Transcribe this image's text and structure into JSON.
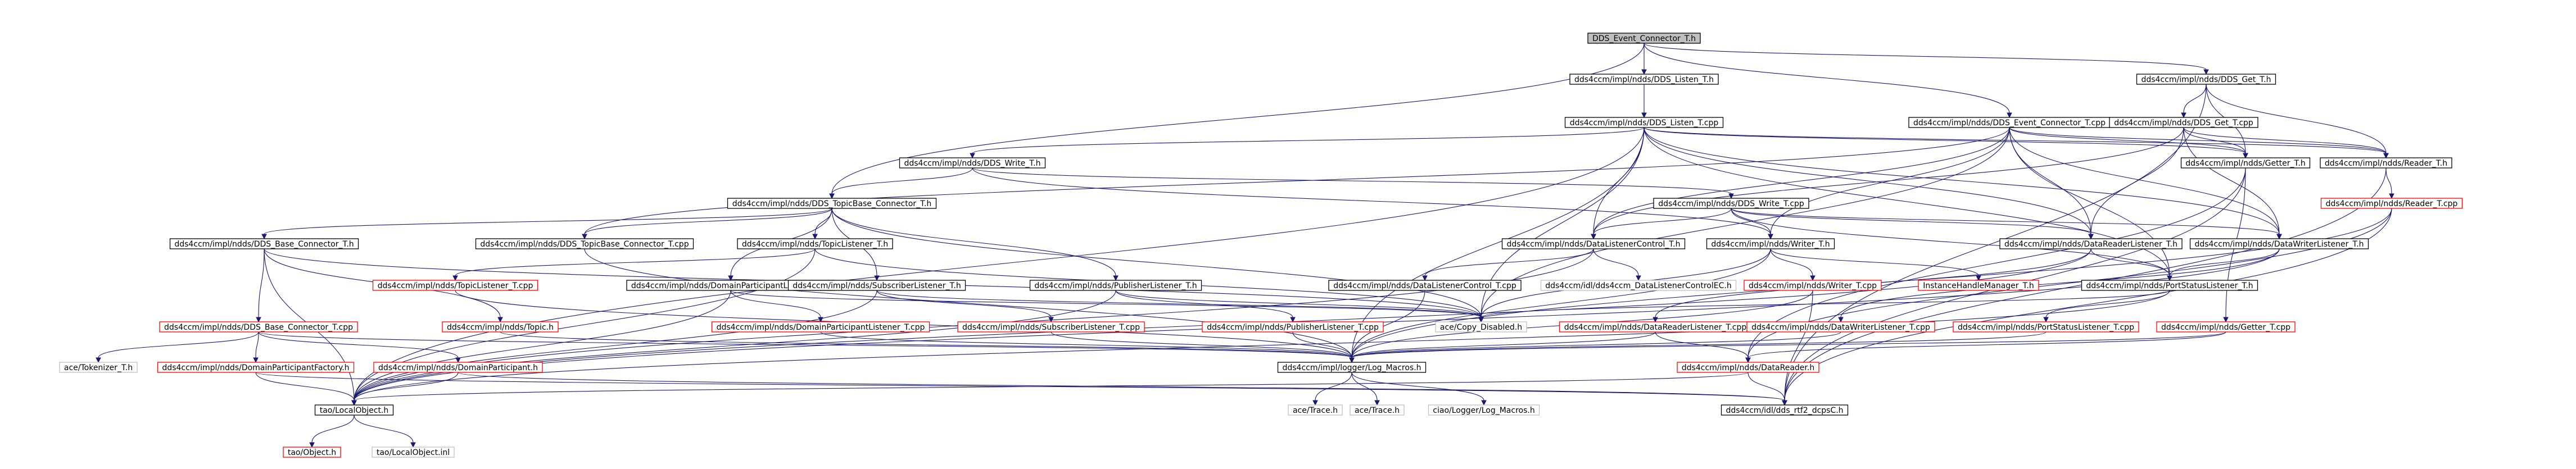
{
  "nodes": [
    {
      "id": "n0",
      "label": "DDS_Event_Connector_T.h",
      "style": "root"
    },
    {
      "id": "n1",
      "label": "dds4ccm/impl/ndds/DDS_Listen_T.h",
      "style": "black"
    },
    {
      "id": "n2",
      "label": "dds4ccm/impl/ndds/DDS_Get_T.h",
      "style": "black"
    },
    {
      "id": "n3",
      "label": "dds4ccm/impl/ndds/DDS_Listen_T.cpp",
      "style": "black"
    },
    {
      "id": "n4",
      "label": "dds4ccm/impl/ndds/DDS_Event_Connector_T.cpp",
      "style": "black"
    },
    {
      "id": "n5",
      "label": "dds4ccm/impl/ndds/DDS_Get_T.cpp",
      "style": "black"
    },
    {
      "id": "n6",
      "label": "dds4ccm/impl/ndds/Getter_T.h",
      "style": "black"
    },
    {
      "id": "n7",
      "label": "dds4ccm/impl/ndds/Reader_T.h",
      "style": "black"
    },
    {
      "id": "n8",
      "label": "dds4ccm/impl/ndds/DDS_Write_T.h",
      "style": "black"
    },
    {
      "id": "n9",
      "label": "dds4ccm/impl/ndds/DDS_TopicBase_Connector_T.h",
      "style": "black"
    },
    {
      "id": "n10",
      "label": "dds4ccm/impl/ndds/DDS_Write_T.cpp",
      "style": "black"
    },
    {
      "id": "n11",
      "label": "dds4ccm/impl/ndds/Reader_T.cpp",
      "style": "red"
    },
    {
      "id": "n12",
      "label": "dds4ccm/impl/ndds/DDS_Base_Connector_T.h",
      "style": "black"
    },
    {
      "id": "n13",
      "label": "dds4ccm/impl/ndds/DDS_TopicBase_Connector_T.cpp",
      "style": "black"
    },
    {
      "id": "n14",
      "label": "dds4ccm/impl/ndds/TopicListener_T.h",
      "style": "black"
    },
    {
      "id": "n15",
      "label": "dds4ccm/impl/ndds/DataListenerControl_T.h",
      "style": "black"
    },
    {
      "id": "n16",
      "label": "dds4ccm/impl/ndds/Writer_T.h",
      "style": "black"
    },
    {
      "id": "n17",
      "label": "dds4ccm/impl/ndds/DataReaderListener_T.h",
      "style": "black"
    },
    {
      "id": "n18",
      "label": "dds4ccm/impl/ndds/DataWriterListener_T.h",
      "style": "black"
    },
    {
      "id": "n19",
      "label": "dds4ccm/impl/ndds/TopicListener_T.cpp",
      "style": "red"
    },
    {
      "id": "n20",
      "label": "dds4ccm/impl/ndds/DomainParticipantListener_T.h",
      "style": "black"
    },
    {
      "id": "n21",
      "label": "dds4ccm/impl/ndds/SubscriberListener_T.h",
      "style": "black"
    },
    {
      "id": "n22",
      "label": "dds4ccm/impl/ndds/PublisherListener_T.h",
      "style": "black"
    },
    {
      "id": "n23",
      "label": "dds4ccm/impl/ndds/DataListenerControl_T.cpp",
      "style": "black"
    },
    {
      "id": "n24",
      "label": "dds4ccm/idl/dds4ccm_DataListenerControlEC.h",
      "style": "gray"
    },
    {
      "id": "n25",
      "label": "dds4ccm/impl/ndds/Writer_T.cpp",
      "style": "red"
    },
    {
      "id": "n26",
      "label": "InstanceHandleManager_T.h",
      "style": "red"
    },
    {
      "id": "n27",
      "label": "dds4ccm/impl/ndds/PortStatusListener_T.h",
      "style": "black"
    },
    {
      "id": "n28",
      "label": "dds4ccm/impl/ndds/DDS_Base_Connector_T.cpp",
      "style": "red"
    },
    {
      "id": "n29",
      "label": "dds4ccm/impl/ndds/Topic.h",
      "style": "red"
    },
    {
      "id": "n30",
      "label": "dds4ccm/impl/ndds/DomainParticipantListener_T.cpp",
      "style": "red"
    },
    {
      "id": "n31",
      "label": "dds4ccm/impl/ndds/SubscriberListener_T.cpp",
      "style": "red"
    },
    {
      "id": "n32",
      "label": "dds4ccm/impl/ndds/PublisherListener_T.cpp",
      "style": "red"
    },
    {
      "id": "n33",
      "label": "ace/Copy_Disabled.h",
      "style": "gray"
    },
    {
      "id": "n34",
      "label": "dds4ccm/impl/ndds/DataReaderListener_T.cpp",
      "style": "red"
    },
    {
      "id": "n35",
      "label": "dds4ccm/impl/ndds/DataWriterListener_T.cpp",
      "style": "red"
    },
    {
      "id": "n36",
      "label": "dds4ccm/impl/ndds/PortStatusListener_T.cpp",
      "style": "red"
    },
    {
      "id": "n37",
      "label": "dds4ccm/impl/ndds/Getter_T.cpp",
      "style": "red"
    },
    {
      "id": "n38",
      "label": "ace/Tokenizer_T.h",
      "style": "gray"
    },
    {
      "id": "n39",
      "label": "dds4ccm/impl/ndds/DomainParticipantFactory.h",
      "style": "red"
    },
    {
      "id": "n40",
      "label": "dds4ccm/impl/ndds/DomainParticipant.h",
      "style": "red"
    },
    {
      "id": "n41",
      "label": "dds4ccm/impl/logger/Log_Macros.h",
      "style": "black"
    },
    {
      "id": "n42",
      "label": "dds4ccm/impl/ndds/DataReader.h",
      "style": "red"
    },
    {
      "id": "n43",
      "label": "tao/LocalObject.h",
      "style": "black"
    },
    {
      "id": "n44",
      "label": "ace/Trace.h",
      "style": "gray"
    },
    {
      "id": "n45",
      "label": "ace/Trace.h",
      "style": "gray"
    },
    {
      "id": "n46",
      "label": "ciao/Logger/Log_Macros.h",
      "style": "gray"
    },
    {
      "id": "n47",
      "label": "dds4ccm/idl/dds_rtf2_dcpsC.h",
      "style": "black"
    },
    {
      "id": "n48",
      "label": "tao/Object.h",
      "style": "red"
    },
    {
      "id": "n49",
      "label": "tao/LocalObject.inl",
      "style": "gray"
    }
  ],
  "edges": [
    [
      "n0",
      "n1"
    ],
    [
      "n0",
      "n2"
    ],
    [
      "n0",
      "n4"
    ],
    [
      "n0",
      "n9"
    ],
    [
      "n1",
      "n3"
    ],
    [
      "n2",
      "n5"
    ],
    [
      "n2",
      "n7"
    ],
    [
      "n2",
      "n6"
    ],
    [
      "n2",
      "n47"
    ],
    [
      "n3",
      "n8"
    ],
    [
      "n3",
      "n6"
    ],
    [
      "n3",
      "n7"
    ],
    [
      "n3",
      "n17"
    ],
    [
      "n3",
      "n18"
    ],
    [
      "n3",
      "n27"
    ],
    [
      "n3",
      "n15"
    ],
    [
      "n3",
      "n41"
    ],
    [
      "n3",
      "n33"
    ],
    [
      "n3",
      "n43"
    ],
    [
      "n4",
      "n6"
    ],
    [
      "n4",
      "n7"
    ],
    [
      "n4",
      "n15"
    ],
    [
      "n4",
      "n16"
    ],
    [
      "n4",
      "n17"
    ],
    [
      "n4",
      "n18"
    ],
    [
      "n4",
      "n27"
    ],
    [
      "n4",
      "n33"
    ],
    [
      "n4",
      "n13"
    ],
    [
      "n5",
      "n6"
    ],
    [
      "n5",
      "n7"
    ],
    [
      "n5",
      "n15"
    ],
    [
      "n5",
      "n17"
    ],
    [
      "n5",
      "n18"
    ],
    [
      "n6",
      "n37"
    ],
    [
      "n6",
      "n42"
    ],
    [
      "n6",
      "n47"
    ],
    [
      "n7",
      "n11"
    ],
    [
      "n7",
      "n47"
    ],
    [
      "n8",
      "n9"
    ],
    [
      "n8",
      "n10"
    ],
    [
      "n8",
      "n16"
    ],
    [
      "n9",
      "n12"
    ],
    [
      "n9",
      "n13"
    ],
    [
      "n9",
      "n14"
    ],
    [
      "n9",
      "n20"
    ],
    [
      "n9",
      "n21"
    ],
    [
      "n9",
      "n22"
    ],
    [
      "n9",
      "n33"
    ],
    [
      "n10",
      "n15"
    ],
    [
      "n10",
      "n16"
    ],
    [
      "n10",
      "n17"
    ],
    [
      "n10",
      "n18"
    ],
    [
      "n10",
      "n27"
    ],
    [
      "n11",
      "n42"
    ],
    [
      "n11",
      "n41"
    ],
    [
      "n11",
      "n47"
    ],
    [
      "n12",
      "n28"
    ],
    [
      "n12",
      "n29"
    ],
    [
      "n12",
      "n43"
    ],
    [
      "n12",
      "n33"
    ],
    [
      "n13",
      "n41"
    ],
    [
      "n14",
      "n19"
    ],
    [
      "n14",
      "n43"
    ],
    [
      "n14",
      "n33"
    ],
    [
      "n15",
      "n23"
    ],
    [
      "n15",
      "n24"
    ],
    [
      "n15",
      "n43"
    ],
    [
      "n16",
      "n25"
    ],
    [
      "n16",
      "n26"
    ],
    [
      "n16",
      "n41"
    ],
    [
      "n16",
      "n33"
    ],
    [
      "n17",
      "n34"
    ],
    [
      "n17",
      "n27"
    ],
    [
      "n17",
      "n43"
    ],
    [
      "n18",
      "n35"
    ],
    [
      "n18",
      "n27"
    ],
    [
      "n18",
      "n43"
    ],
    [
      "n19",
      "n41"
    ],
    [
      "n20",
      "n30"
    ],
    [
      "n20",
      "n43"
    ],
    [
      "n20",
      "n33"
    ],
    [
      "n21",
      "n31"
    ],
    [
      "n21",
      "n43"
    ],
    [
      "n21",
      "n33"
    ],
    [
      "n22",
      "n32"
    ],
    [
      "n22",
      "n43"
    ],
    [
      "n22",
      "n33"
    ],
    [
      "n23",
      "n41"
    ],
    [
      "n25",
      "n41"
    ],
    [
      "n25",
      "n47"
    ],
    [
      "n27",
      "n36"
    ],
    [
      "n27",
      "n33"
    ],
    [
      "n27",
      "n43"
    ],
    [
      "n28",
      "n38"
    ],
    [
      "n28",
      "n39"
    ],
    [
      "n28",
      "n40"
    ],
    [
      "n28",
      "n41"
    ],
    [
      "n29",
      "n41"
    ],
    [
      "n30",
      "n41"
    ],
    [
      "n31",
      "n41"
    ],
    [
      "n32",
      "n41"
    ],
    [
      "n34",
      "n41"
    ],
    [
      "n34",
      "n42"
    ],
    [
      "n35",
      "n41"
    ],
    [
      "n36",
      "n41"
    ],
    [
      "n37",
      "n41"
    ],
    [
      "n37",
      "n42"
    ],
    [
      "n39",
      "n43"
    ],
    [
      "n39",
      "n47"
    ],
    [
      "n40",
      "n43"
    ],
    [
      "n40",
      "n47"
    ],
    [
      "n41",
      "n44"
    ],
    [
      "n41",
      "n45"
    ],
    [
      "n41",
      "n46"
    ],
    [
      "n42",
      "n43"
    ],
    [
      "n42",
      "n47"
    ],
    [
      "n43",
      "n48"
    ],
    [
      "n43",
      "n49"
    ]
  ],
  "colors": {
    "edge": "#191970",
    "node_border_black": "#000000",
    "node_border_red": "#ff0000",
    "node_border_gray": "#bfbfbf",
    "root_fill": "#bfbfbf",
    "node_fill": "#ffffff",
    "text": "#000000"
  }
}
